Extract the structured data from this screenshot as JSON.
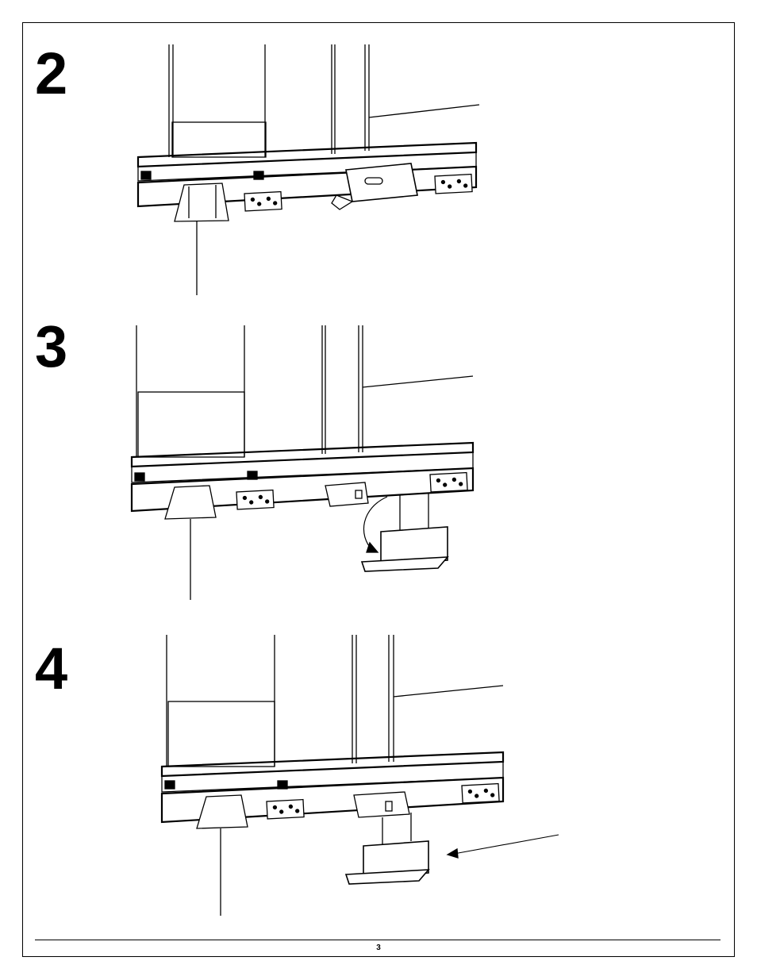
{
  "steps": [
    {
      "number": "2"
    },
    {
      "number": "3"
    },
    {
      "number": "4"
    }
  ],
  "footer": {
    "page_number": "3"
  }
}
